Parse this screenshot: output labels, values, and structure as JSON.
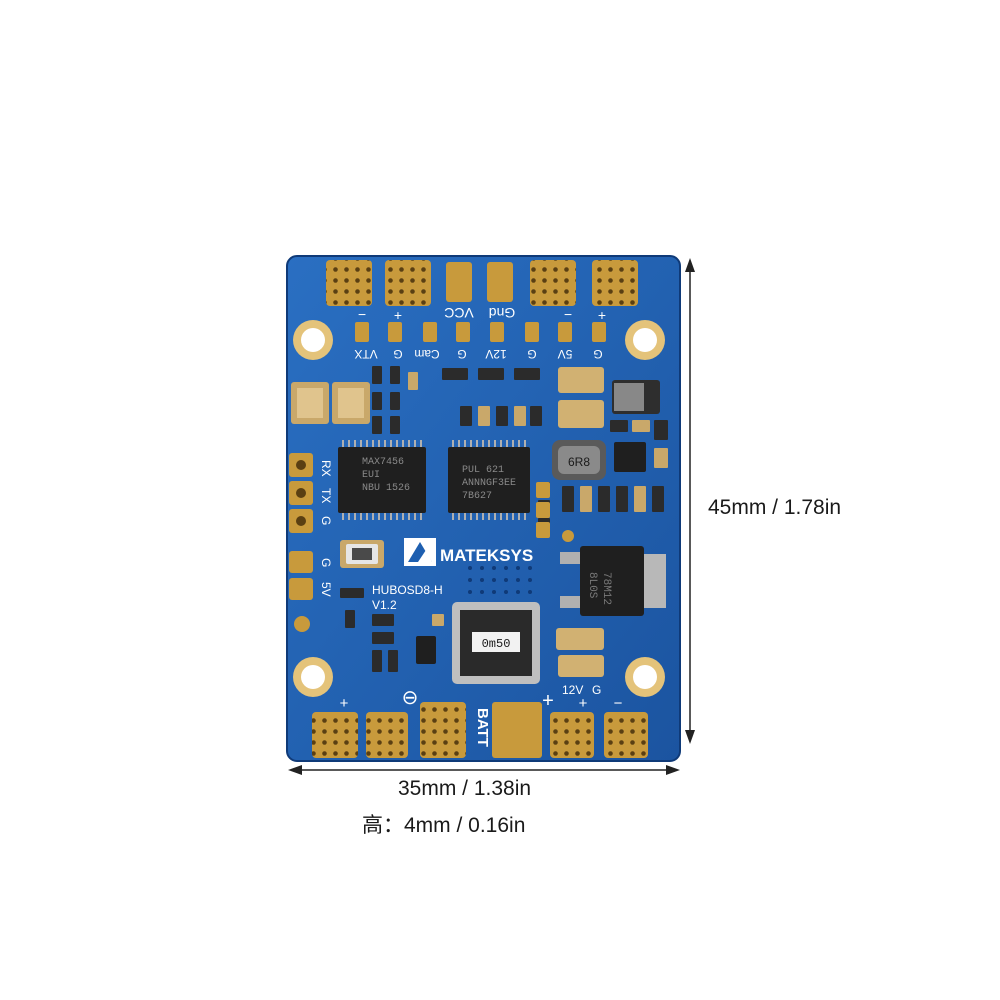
{
  "dimensions": {
    "height": "45mm / 1.78in",
    "width": "35mm / 1.38in",
    "thickness": "高：4mm / 0.16in"
  },
  "board": {
    "brand": "MATEKSYS",
    "model": "HUBOSD8-H",
    "version": "V1.2",
    "top_labels": {
      "vcc": "VCC",
      "gnd": "Gnd",
      "minus": "−",
      "plus": "+"
    },
    "pad_labels": [
      "VTX",
      "G",
      "Cam",
      "G",
      "12V",
      "G",
      "5V",
      "G"
    ],
    "uart_labels": [
      "RX",
      "TX",
      "G"
    ],
    "power_labels": [
      "G",
      "5V"
    ],
    "bottom_labels": {
      "batt": "BATT",
      "plus": "+",
      "minus": "⊖",
      "v12": "12V",
      "g": "G"
    },
    "chip_markings": {
      "osd_chip": [
        "MAX7456",
        "EUI",
        "NBU 1526"
      ],
      "mcu": [
        "PUL 621",
        "ANNNGF3EE",
        "7B627"
      ],
      "inductor": "6R8",
      "shunt": "0m50",
      "regulator": [
        "78M12",
        "8L0S"
      ]
    }
  },
  "colors": {
    "board": "#1e5fb0",
    "pad": "#c89a3c",
    "silkscreen": "#ffffff"
  }
}
